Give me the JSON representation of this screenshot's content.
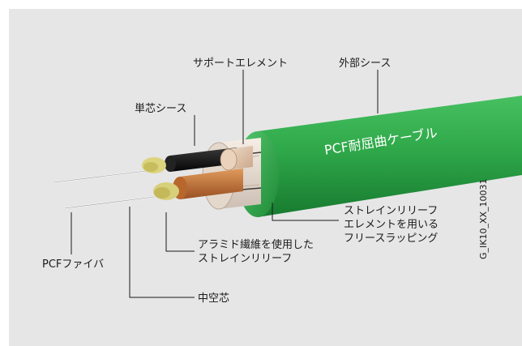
{
  "labels": {
    "support_element": "サポートエレメント",
    "outer_sheath": "外部シース",
    "single_core_sheath": "単芯シース",
    "cable_name": "PCF耐屈曲ケーブル",
    "strain_relief_element": [
      "ストレインリリーフ",
      "エレメントを用いる",
      "フリースラッピング"
    ],
    "aramid_strain_relief": [
      "アラミド繊維を使用した",
      "ストレインリリーフ"
    ],
    "pcf_fiber": "PCFファイバ",
    "hollow_core": "中空芯"
  },
  "figure_code": "G_IK10_XX_10031",
  "colors": {
    "background": "#e6e6e7",
    "outer_sheath": "#2fa84a",
    "single_core_sheath": "#111111",
    "aramid_yarn": "#d8cf7a",
    "copper_wrapping": "#c87a3c",
    "fleece": "#efe6dc"
  }
}
